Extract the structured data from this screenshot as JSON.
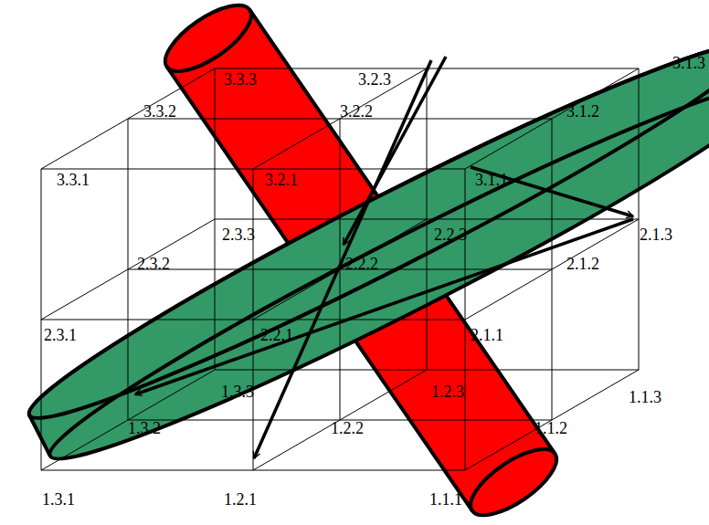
{
  "diagram": {
    "labels": [
      "3.3.3",
      "3.2.3",
      "3.1.3",
      "3.3.2",
      "3.2.2",
      "3.1.2",
      "3.3.1",
      "3.2.1",
      "3.1.1",
      "2.3.3",
      "2.2.3",
      "2.1.3",
      "2.3.2",
      "2.2.2",
      "2.1.2",
      "2.3.1",
      "2.2.1",
      "2.1.1",
      "1.3.3",
      "1.2.3",
      "1.1.3",
      "1.3.2",
      "1.2.2",
      "1.1.2",
      "1.3.1",
      "1.2.1",
      "1.1.1"
    ]
  }
}
